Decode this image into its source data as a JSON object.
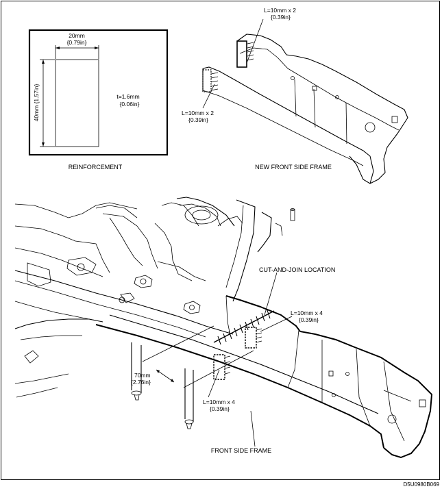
{
  "reinforcement": {
    "width_label": "20mm",
    "width_label_in": "{0.79in}",
    "height_label": "40mm {1.57in}",
    "thickness_label": "t=1.6mm",
    "thickness_label_in": "{0.06in}",
    "caption": "REINFORCEMENT"
  },
  "new_frame": {
    "weld_top_label": "L=10mm x 2",
    "weld_top_label_in": "{0.39in}",
    "weld_side_label": "L=10mm x 2",
    "weld_side_label_in": "{0.39in}",
    "caption": "NEW FRONT SIDE FRAME"
  },
  "main_view": {
    "cut_label": "CUT-AND-JOIN LOCATION",
    "weld_right_label": "L=10mm x 4",
    "weld_right_label_in": "{0.39in}",
    "dim_label": "70mm",
    "dim_label_in": "{2.76in}",
    "weld_bottom_label": "L=10mm x 4",
    "weld_bottom_label_in": "{0.39in}",
    "caption": "FRONT SIDE FRAME"
  },
  "figure_code": "D5U0980B069"
}
